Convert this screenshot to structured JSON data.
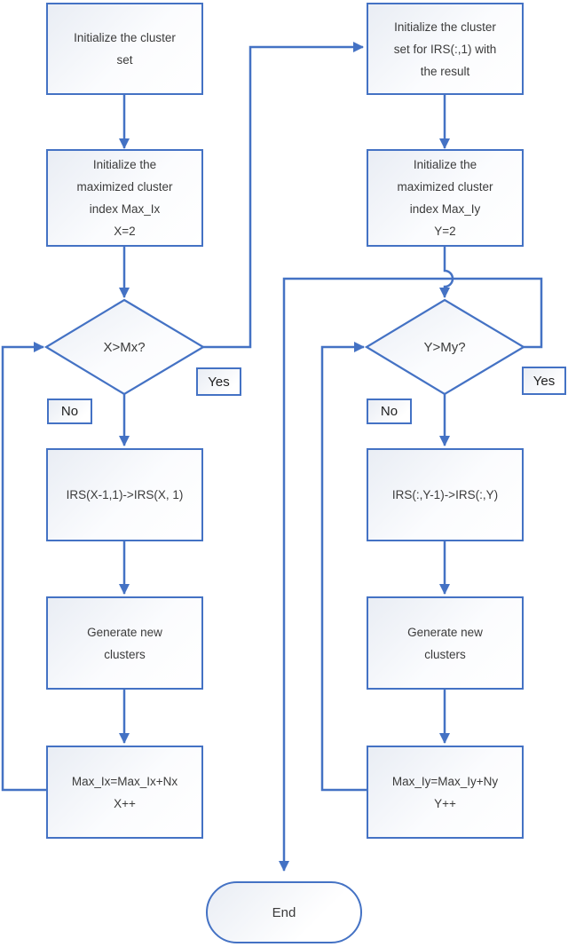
{
  "colors": {
    "accent": "#4472C4",
    "ink": "#3b3b3b",
    "fill_light": "#e9edf4"
  },
  "nodes": {
    "left_start": {
      "label": "Initialize the cluster\nset"
    },
    "left_init_index": {
      "label": "Initialize the\nmaximized cluster\nindex Max_Ix\nX=2"
    },
    "left_decision": {
      "label": "X>Mx?"
    },
    "left_copy": {
      "label": "IRS(X-1,1)->IRS(X, 1)"
    },
    "left_generate": {
      "label": "Generate new\nclusters"
    },
    "left_update": {
      "label": "Max_Ix=Max_Ix+Nx\nX++"
    },
    "right_start": {
      "label": "Initialize the cluster\nset for IRS(:,1) with\nthe result"
    },
    "right_init_index": {
      "label": "Initialize the\nmaximized cluster\nindex Max_Iy\nY=2"
    },
    "right_decision": {
      "label": "Y>My?"
    },
    "right_copy": {
      "label": "IRS(:,Y-1)->IRS(:,Y)"
    },
    "right_generate": {
      "label": "Generate new\nclusters"
    },
    "right_update": {
      "label": "Max_Iy=Max_Iy+Ny\nY++"
    },
    "end": {
      "label": "End"
    }
  },
  "branch_labels": {
    "left_yes": "Yes",
    "left_no": "No",
    "right_yes": "Yes",
    "right_no": "No"
  }
}
